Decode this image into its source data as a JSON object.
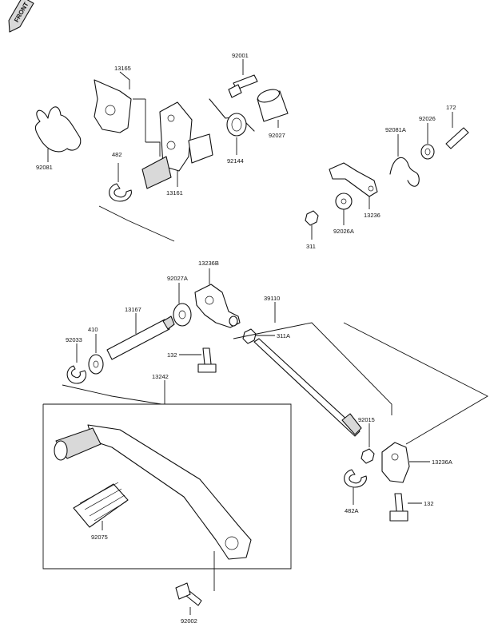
{
  "badge": {
    "text": "FRONT"
  },
  "labels": {
    "p13165": "13165",
    "p92001": "92001",
    "p92081": "92081",
    "p482": "482",
    "p13161": "13161",
    "p92144": "92144",
    "p92027": "92027",
    "p172": "172",
    "p92026": "92026",
    "p92081A": "92081A",
    "p13236": "13236",
    "p92026A": "92026A",
    "p311": "311",
    "p13236B": "13236B",
    "p92027A": "92027A",
    "p13167": "13167",
    "p410": "410",
    "p92033": "92033",
    "p132a": "132",
    "p39110": "39110",
    "p311A": "311A",
    "p13242": "13242",
    "p92015": "92015",
    "p13236A": "13236A",
    "p482A": "482A",
    "p132b": "132",
    "p92075": "92075",
    "p92002": "92002"
  }
}
